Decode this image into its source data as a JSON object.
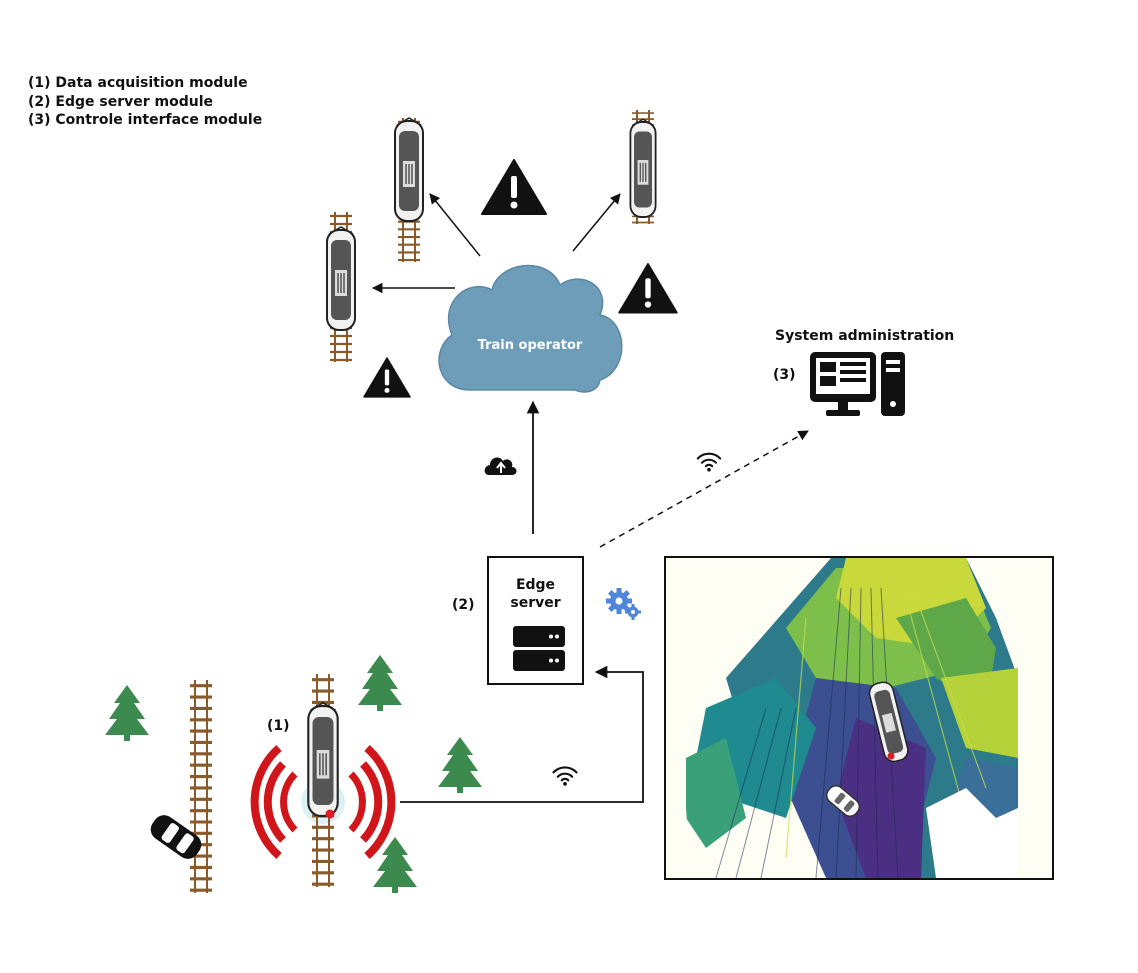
{
  "legend": {
    "item1": "(1) Data acquisition module",
    "item2": "(2) Edge server module",
    "item3": "(3) Controle interface module"
  },
  "cloud": {
    "label": "Train operator",
    "color": "#6e9dba"
  },
  "edge_server": {
    "tag": "(2)",
    "title": "Edge\nserver"
  },
  "system_admin": {
    "title": "System administration",
    "tag": "(3)"
  },
  "acquisition": {
    "tag": "(1)"
  },
  "colors": {
    "tree": "#3d8a4f",
    "rail": "#8a5a2b",
    "warning": "#111111",
    "signal_ring": "#d0161b",
    "gear": "#4f86d9",
    "sensor_dot": "#e01b24"
  },
  "icons": [
    "warning-icon",
    "cloud-upload-icon",
    "wifi-icon",
    "gears-icon",
    "server-icon",
    "computer-icon",
    "tree-icon",
    "car-icon",
    "train-icon"
  ]
}
